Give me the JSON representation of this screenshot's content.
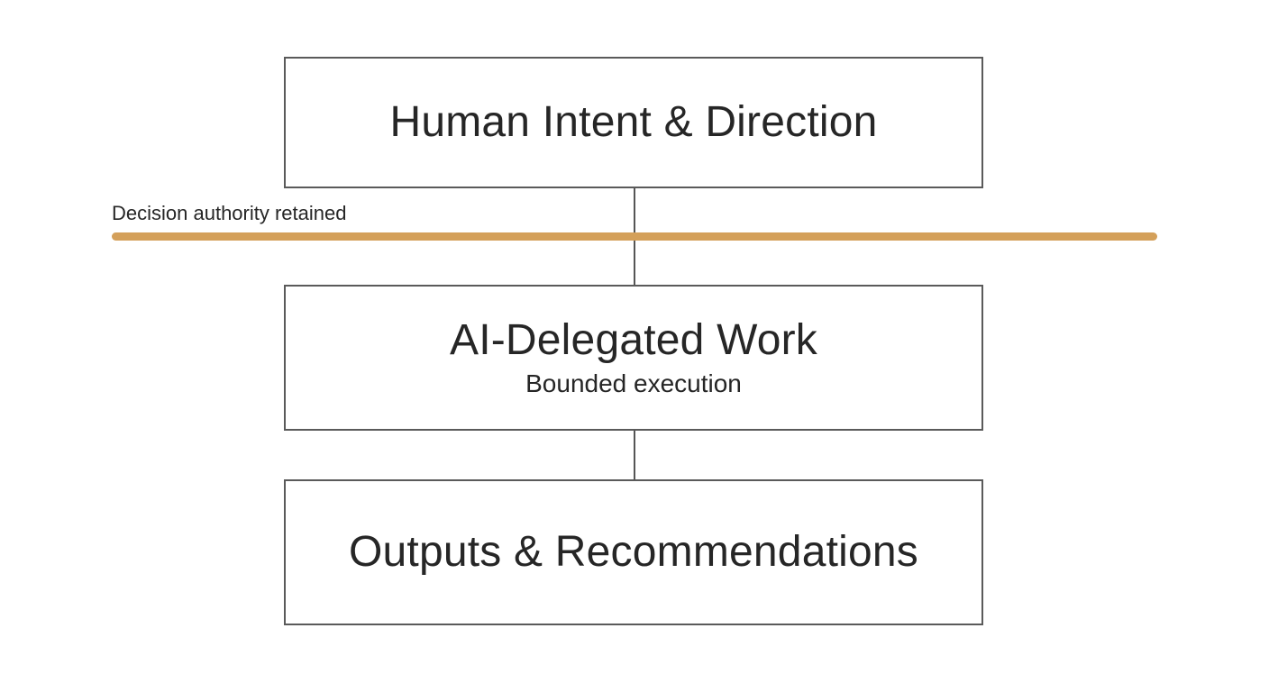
{
  "diagram": {
    "boxes": [
      {
        "title": "Human Intent & Direction",
        "subtitle": ""
      },
      {
        "title": "AI-Delegated Work",
        "subtitle": "Bounded execution"
      },
      {
        "title": "Outputs & Recommendations",
        "subtitle": ""
      }
    ],
    "authority_boundary": {
      "label": "Decision authority retained",
      "color": "#D4A05A"
    }
  }
}
